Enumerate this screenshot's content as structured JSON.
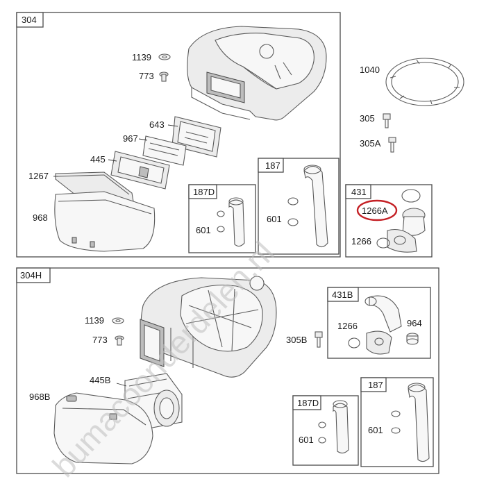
{
  "sections": {
    "s304": "304",
    "s304h": "304H",
    "s187_top": "187",
    "s187d_top": "187D",
    "s431": "431",
    "s431b": "431B",
    "s187_bot": "187",
    "s187d_bot": "187D"
  },
  "labels": {
    "l1139a": "1139",
    "l773a": "773",
    "l643": "643",
    "l967": "967",
    "l445": "445",
    "l1267": "1267",
    "l968": "968",
    "l1040": "1040",
    "l305": "305",
    "l305a": "305A",
    "l601a": "601",
    "l601b": "601",
    "l1266a": "1266A",
    "l1266b": "1266",
    "l1139b": "1139",
    "l773b": "773",
    "l445b": "445B",
    "l968b": "968B",
    "l305b": "305B",
    "l1266c": "1266",
    "l964": "964",
    "l601c": "601",
    "l601d": "601"
  },
  "highlight": {
    "target": "1266A",
    "color": "#c41f24"
  },
  "watermark": {
    "text": "bumacoonderdelen.nl",
    "color": "#bdbdbd"
  }
}
